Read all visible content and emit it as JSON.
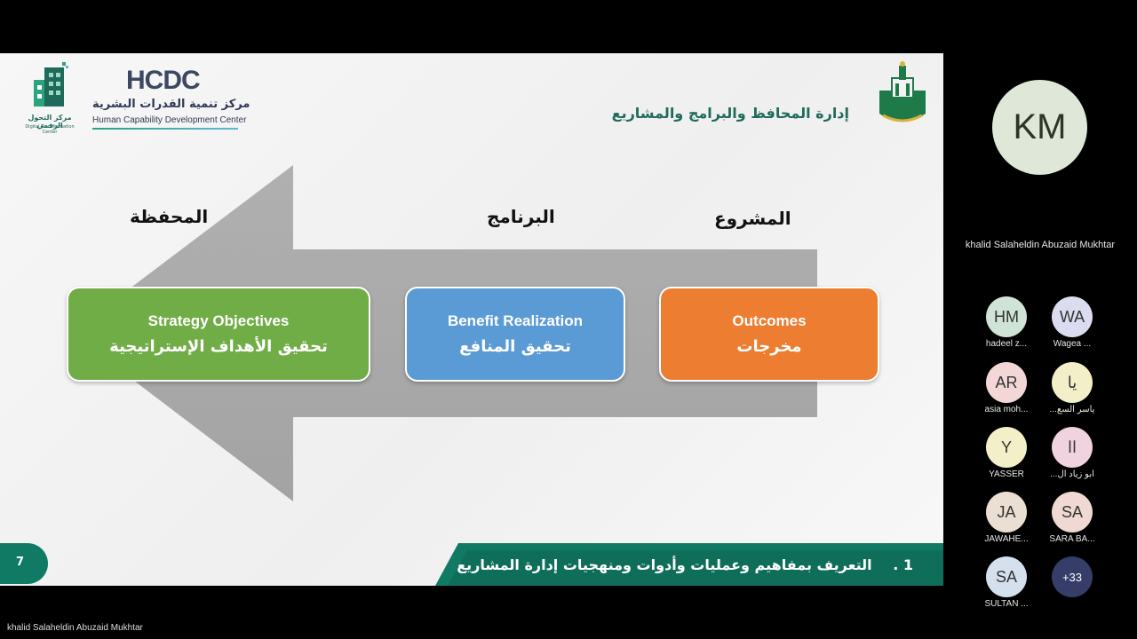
{
  "slide": {
    "dtc_logo": {
      "arabic": "مركز التحول الرقمي",
      "english": "Digital Transformation Center"
    },
    "hcdc_logo": {
      "abbr": "HCDC",
      "arabic": "مركز تنمية القدرات البشرية",
      "english": "Human Capability Development Center"
    },
    "title": "إدارة المحافظ والبرامج والمشاريع",
    "labels": {
      "portfolio": "المحفظة",
      "program": "البرنامج",
      "project": "المشروع"
    },
    "boxes": {
      "green": {
        "en": "Strategy Objectives",
        "ar": "تحقيق الأهداف الإستراتيجية"
      },
      "blue": {
        "en": "Benefit Realization",
        "ar": "تحقيق المنافع"
      },
      "orange": {
        "en": "Outcomes",
        "ar": "مخرجات"
      }
    },
    "page_number": "7",
    "footer": "التعريف بمفاهيم وعمليات وأدوات ومنهجيات إدارة المشاريع",
    "footer_index": "1 ."
  },
  "presenter": {
    "initials": "KM",
    "name": "khalid Salaheldin Abuzaid Mukhtar"
  },
  "participants": [
    {
      "initials": "HM",
      "name": "hadeel z...",
      "color": "#cfe3d6"
    },
    {
      "initials": "WA",
      "name": "Wagea ...",
      "color": "#dcdcf0"
    },
    {
      "initials": "AR",
      "name": "asia moh...",
      "color": "#f3d6d6"
    },
    {
      "initials": "يا",
      "name": "ياسر السع...",
      "color": "#f3efc9"
    },
    {
      "initials": "Y",
      "name": "YASSER",
      "color": "#f3efc9"
    },
    {
      "initials": "اا",
      "name": "ابو زياد ال...",
      "color": "#f1d2df"
    },
    {
      "initials": "JA",
      "name": "JAWAHE...",
      "color": "#eadfd2"
    },
    {
      "initials": "SA",
      "name": "SARA BA...",
      "color": "#f0d9d2"
    },
    {
      "initials": "SA",
      "name": "SULTAN ...",
      "color": "#d5e0ef"
    },
    {
      "initials": "+33",
      "name": ""
    }
  ],
  "bottom_name": "khalid Salaheldin Abuzaid Mukhtar"
}
